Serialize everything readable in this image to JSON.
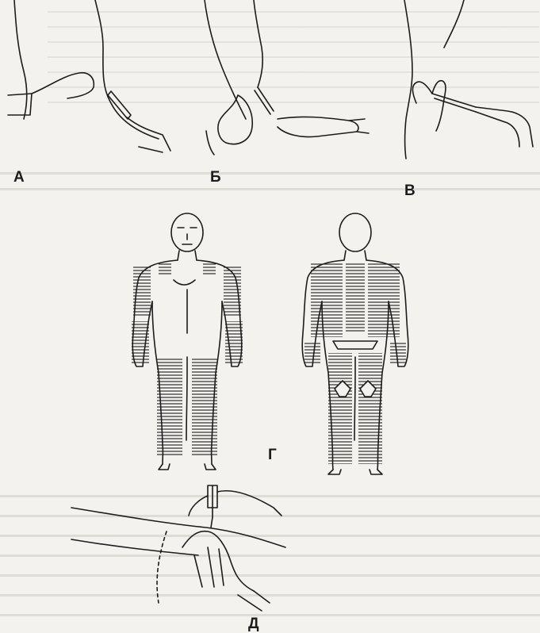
{
  "figure": {
    "labels": {
      "a": "А",
      "b": "Б",
      "v": "В",
      "g": "Г",
      "d": "Д"
    }
  },
  "colors": {
    "paper": "#f3f2ee",
    "ink": "#1c1c1c",
    "bleed": "#b9b7b1"
  }
}
